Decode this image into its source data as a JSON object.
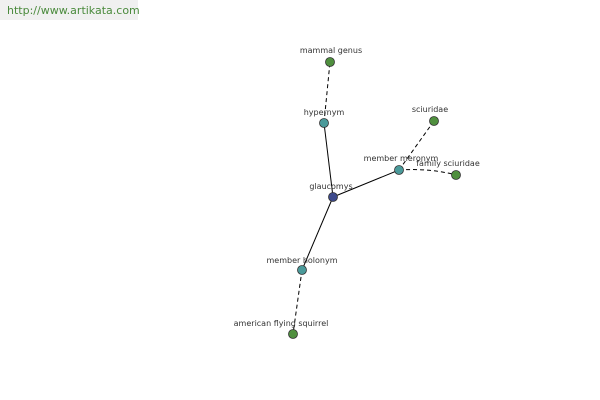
{
  "banner": {
    "url_text": "http://www.artikata.com"
  },
  "colors": {
    "center_node": "#3d4a8c",
    "relation_node": "#4a9a9a",
    "leaf_node": "#4f8f3e",
    "node_stroke": "#333333",
    "edge": "#000000",
    "banner_text": "#4a8a3c",
    "banner_bg": "#f0f0f0"
  },
  "graph": {
    "nodes": [
      {
        "id": "glaucomys",
        "label": "glaucomys",
        "kind": "center"
      },
      {
        "id": "hypernym",
        "label": "hypernym",
        "kind": "relation"
      },
      {
        "id": "mammal-genus",
        "label": "mammal genus",
        "kind": "leaf"
      },
      {
        "id": "member-meronym",
        "label": "member meronym",
        "kind": "relation"
      },
      {
        "id": "sciuridae",
        "label": "sciuridae",
        "kind": "leaf"
      },
      {
        "id": "family-sciuridae",
        "label": "family sciuridae",
        "kind": "leaf"
      },
      {
        "id": "member-holonym",
        "label": "member holonym",
        "kind": "relation"
      },
      {
        "id": "american-flying-squirrel",
        "label": "american flying squirrel",
        "kind": "leaf"
      }
    ],
    "edges": [
      {
        "from": "glaucomys",
        "to": "hypernym",
        "style": "solid"
      },
      {
        "from": "hypernym",
        "to": "mammal-genus",
        "style": "dashed"
      },
      {
        "from": "glaucomys",
        "to": "member-meronym",
        "style": "solid"
      },
      {
        "from": "member-meronym",
        "to": "sciuridae",
        "style": "dashed"
      },
      {
        "from": "member-meronym",
        "to": "family-sciuridae",
        "style": "dashed"
      },
      {
        "from": "glaucomys",
        "to": "member-holonym",
        "style": "solid"
      },
      {
        "from": "member-holonym",
        "to": "american-flying-squirrel",
        "style": "dashed"
      }
    ]
  }
}
